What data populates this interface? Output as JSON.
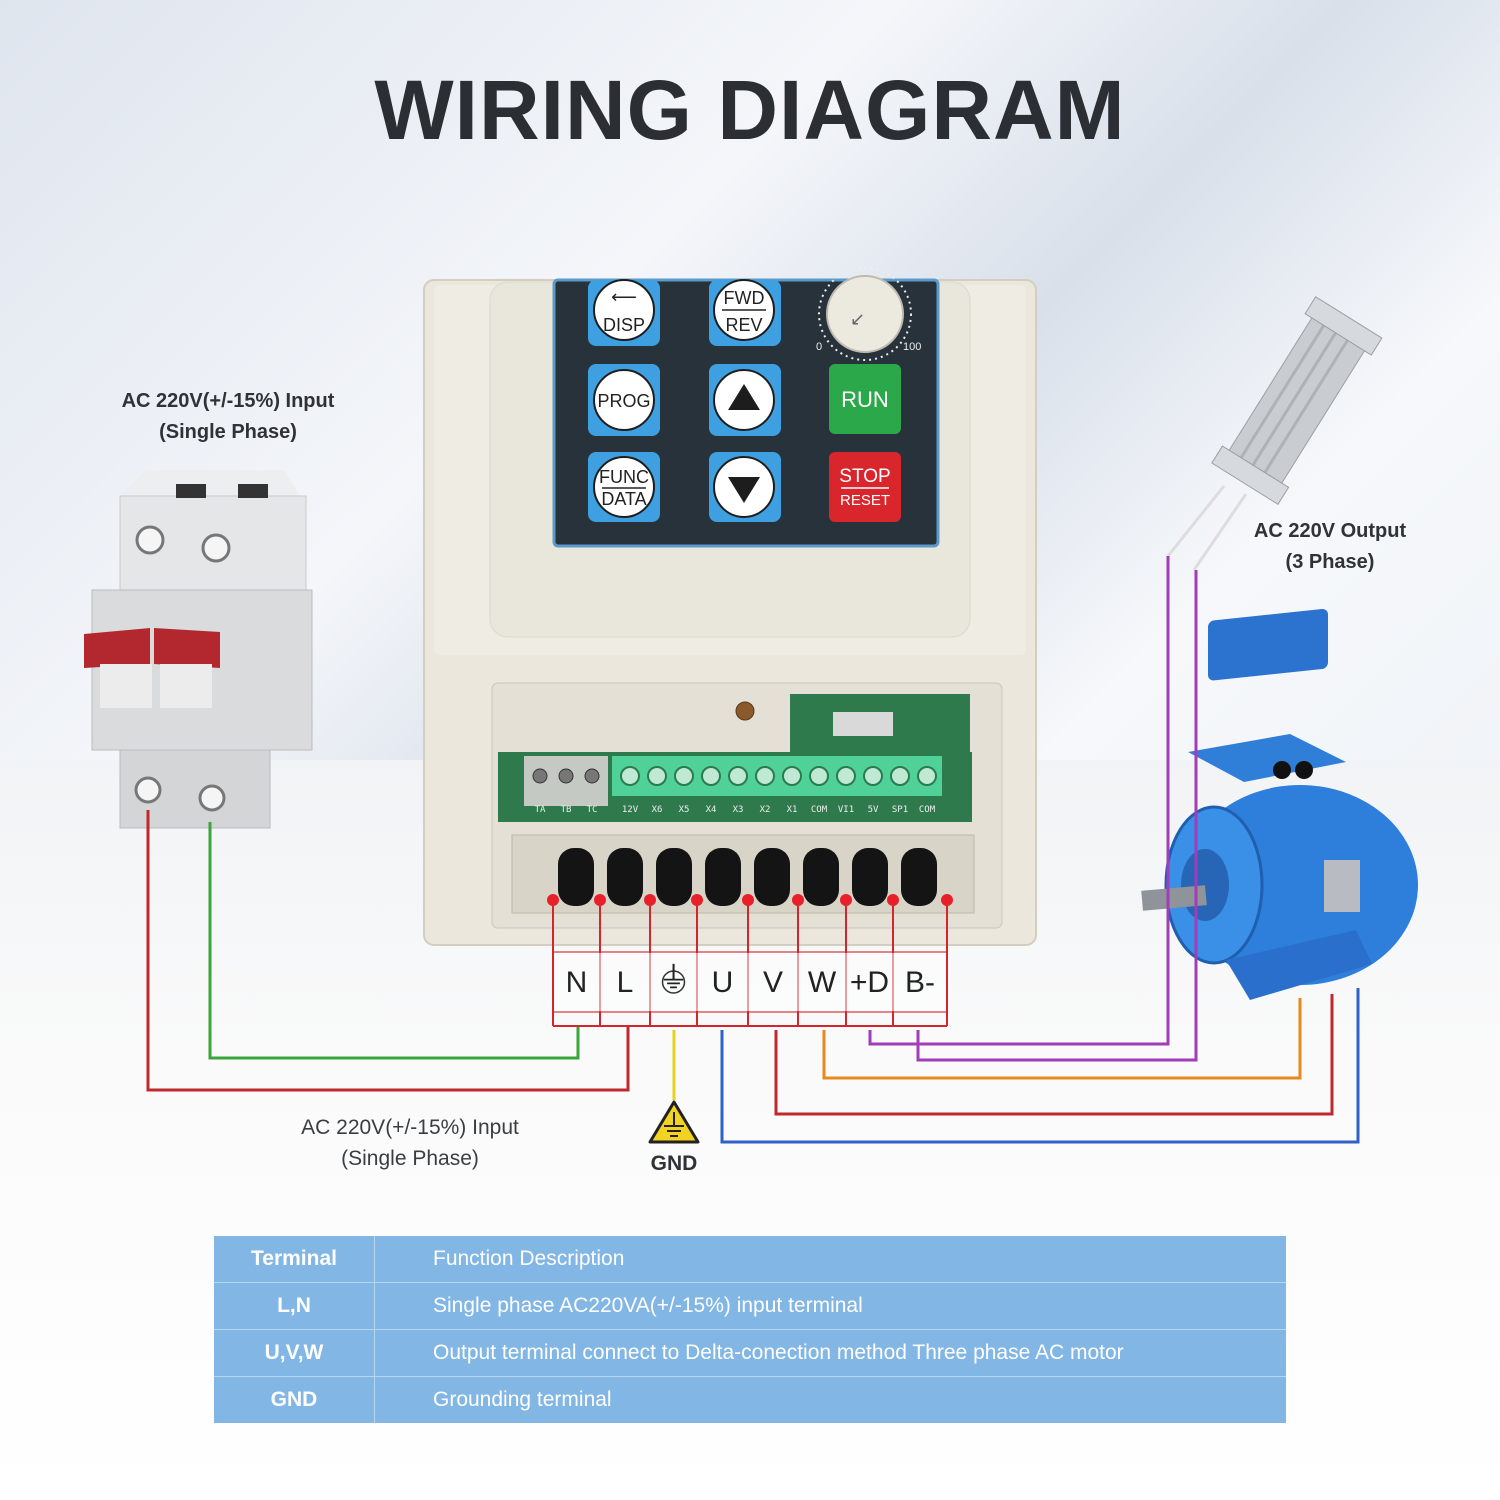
{
  "title": "WIRING DIAGRAM",
  "captions": {
    "input_top_line1": "AC 220V(+/-15%) Input",
    "input_top_line2": "(Single Phase)",
    "output_line1": "AC 220V Output",
    "output_line2": "(3 Phase)",
    "input_bottom_line1": "AC 220V(+/-15%) Input",
    "input_bottom_line2": "(Single Phase)",
    "gnd": "GND"
  },
  "keypad": {
    "disp": "DISP",
    "fwd": "FWD",
    "rev": "REV",
    "prog": "PROG",
    "func": "FUNC",
    "data": "DATA",
    "run": "RUN",
    "stop": "STOP",
    "reset": "RESET",
    "dial_min": "0",
    "dial_max": "100"
  },
  "control_terminals": [
    "12V",
    "X6",
    "X5",
    "X4",
    "X3",
    "X2",
    "X1",
    "COM",
    "VI1",
    "5V",
    "SP1",
    "COM"
  ],
  "relay_terminals": [
    "TA",
    "TB",
    "TC"
  ],
  "power_terminals": [
    "N",
    "L",
    "⏚",
    "U",
    "V",
    "W",
    "+D",
    "B-"
  ],
  "table": {
    "header": [
      "Terminal",
      "Function Description"
    ],
    "rows": [
      {
        "terminal": "L,N",
        "description": "Single phase AC220VA(+/-15%) input terminal"
      },
      {
        "terminal": "U,V,W",
        "description": "Output terminal connect to Delta-conection method Three phase AC motor"
      },
      {
        "terminal": "GND",
        "description": "Grounding terminal"
      }
    ]
  },
  "colors": {
    "wire_red": "#c0282e",
    "wire_green": "#3aa53a",
    "wire_yellow": "#e6d21a",
    "wire_blue": "#2f62c9",
    "wire_orange": "#e8891c",
    "wire_purple": "#a23cb8",
    "table_bg": "#82b6e4",
    "key_blue": "#3ea0e0",
    "key_green": "#2aa84a",
    "key_red": "#d8262c"
  }
}
